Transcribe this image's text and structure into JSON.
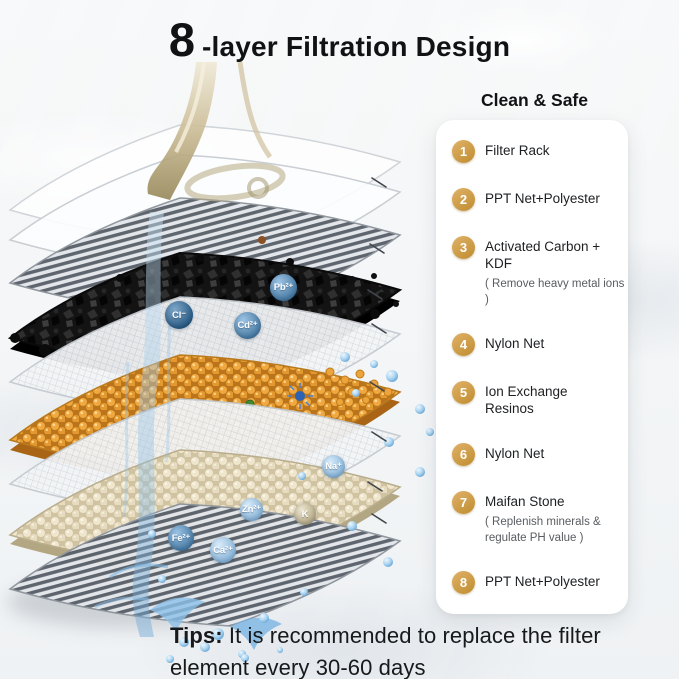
{
  "title": {
    "number": "8",
    "rest": "-layer Filtration Design"
  },
  "legend": {
    "heading": "Clean & Safe",
    "items": [
      {
        "num": "1",
        "label": "Filter Rack",
        "sub": ""
      },
      {
        "num": "2",
        "label": "PPT Net+Polyester",
        "sub": ""
      },
      {
        "num": "3",
        "label": "Activated Carbon + KDF",
        "sub": "( Remove heavy metal ions )"
      },
      {
        "num": "4",
        "label": "Nylon Net",
        "sub": ""
      },
      {
        "num": "5",
        "label": "Ion Exchange Resinos",
        "sub": ""
      },
      {
        "num": "6",
        "label": "Nylon Net",
        "sub": ""
      },
      {
        "num": "7",
        "label": "Maifan Stone",
        "sub": "( Replenish minerals & regulate PH value )"
      },
      {
        "num": "8",
        "label": "PPT Net+Polyester",
        "sub": ""
      }
    ]
  },
  "ions": [
    "Cl⁻",
    "Pb²⁺",
    "Cd²⁺",
    "Na⁺",
    "Zn²⁺",
    "K",
    "Fe²⁺",
    "Ca²⁺"
  ],
  "tips": {
    "bold": "Tips:",
    "text": " It is recommended to replace the filter element every 30-60 days"
  },
  "colors": {
    "accent_gold": "#c9953c",
    "card_background": "#ffffff",
    "text_primary": "#101214",
    "water_blue": "#7fb3dc",
    "carbon_black": "#131313",
    "resin_orange": "#eda43c",
    "stone_beige": "#e7dcc0"
  }
}
